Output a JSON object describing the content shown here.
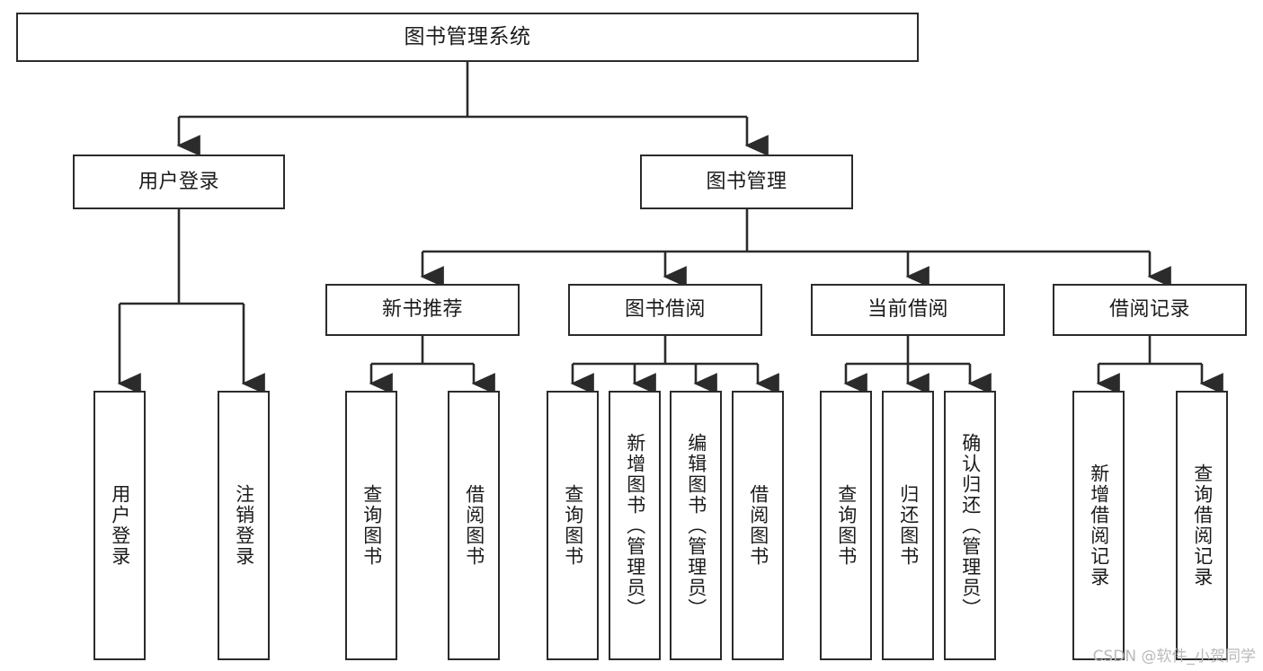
{
  "diagram": {
    "title": "图书管理系统",
    "type": "tree",
    "colors": {
      "stroke": "#2b2b2b",
      "fill": "#ffffff",
      "text": "#1b1b1b",
      "watermark": "#b9b9b9"
    },
    "root": {
      "label": "图书管理系统"
    },
    "level2": [
      {
        "label": "用户登录"
      },
      {
        "label": "图书管理"
      }
    ],
    "level3": [
      {
        "label": "新书推荐"
      },
      {
        "label": "图书借阅"
      },
      {
        "label": "当前借阅"
      },
      {
        "label": "借阅记录"
      }
    ],
    "leaves": {
      "user_login": [
        {
          "label": "用户登录"
        },
        {
          "label": "注销登录"
        }
      ],
      "new_book_recommend": [
        {
          "label": "查询图书"
        },
        {
          "label": "借阅图书"
        }
      ],
      "book_borrow": [
        {
          "label": "查询图书"
        },
        {
          "label": "新增图书（管理员）"
        },
        {
          "label": "编辑图书（管理员）"
        },
        {
          "label": "借阅图书"
        }
      ],
      "current_borrow": [
        {
          "label": "查询图书"
        },
        {
          "label": "归还图书"
        },
        {
          "label": "确认归还（管理员）"
        }
      ],
      "borrow_record": [
        {
          "label": "新增借阅记录"
        },
        {
          "label": "查询借阅记录"
        }
      ]
    }
  },
  "watermark": {
    "text": "CSDN @软件_小贺同学"
  }
}
